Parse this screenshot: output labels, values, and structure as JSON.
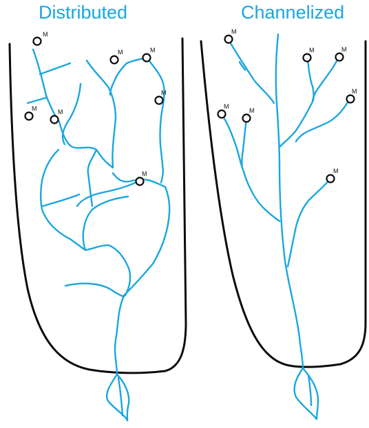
{
  "titles": {
    "left": "Distributed",
    "right": "Channelized"
  },
  "marker_label": "M",
  "colors": {
    "channel": "#1aa6df",
    "outline": "#0b0b0b",
    "title": "#1aa6df",
    "background": "#ffffff"
  }
}
